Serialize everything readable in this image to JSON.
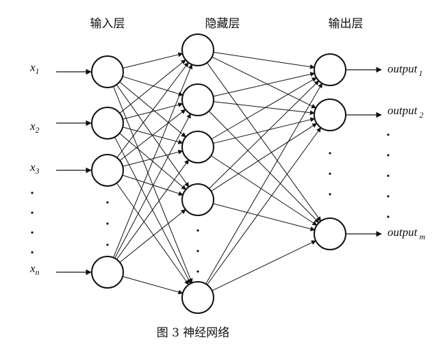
{
  "layers": {
    "input_title": "输入层",
    "hidden_title": "隐藏层",
    "output_title": "输出层"
  },
  "inputs": [
    {
      "base": "x",
      "sub": "1"
    },
    {
      "base": "x",
      "sub": "2"
    },
    {
      "base": "x",
      "sub": "3"
    },
    {
      "base": "x",
      "sub": "n"
    }
  ],
  "outputs": [
    {
      "base": "output",
      "sub": "1"
    },
    {
      "base": "output",
      "sub": "2"
    },
    {
      "base": "output",
      "sub": "m"
    }
  ],
  "caption": "图 3  神经网络",
  "colors": {
    "line": "#111111",
    "node_fill": "#ffffff"
  }
}
